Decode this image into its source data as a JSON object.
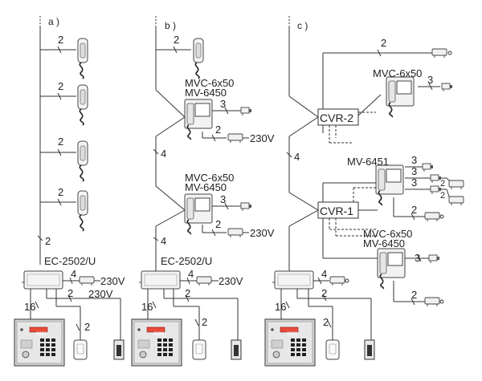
{
  "panels": [
    {
      "id": "a",
      "label": "a )",
      "controller": "EC-2502/U",
      "supply": "230V"
    },
    {
      "id": "b",
      "label": "b )",
      "controller": "EC-2502/U",
      "supply": "230V"
    },
    {
      "id": "c",
      "label": "c )"
    }
  ],
  "wire_counts": {
    "two": "2",
    "three": "3",
    "four": "4",
    "sixteen": "16"
  },
  "monitors": {
    "mvc": "MVC-6x50",
    "mv6450": "MV-6450",
    "mv6451": "MV-6451"
  },
  "recorders": {
    "cvr1": "CVR-1",
    "cvr2": "CVR-2"
  },
  "keypad_display": "8888"
}
